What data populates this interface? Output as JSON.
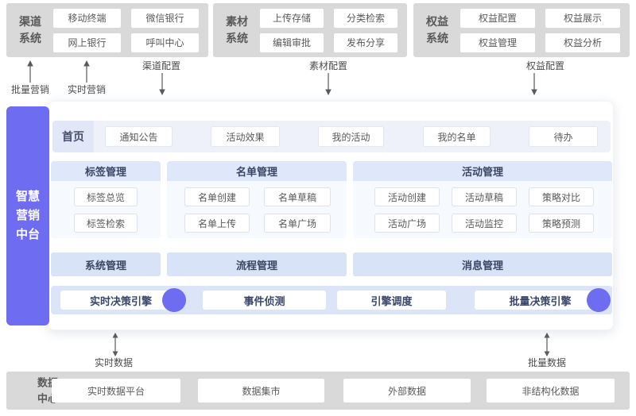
{
  "top_systems": [
    {
      "title": "渠道系统",
      "items": [
        "移动终端",
        "微信银行",
        "网上银行",
        "呼叫中心"
      ]
    },
    {
      "title": "素材系统",
      "items": [
        "上传存储",
        "分类检索",
        "编辑审批",
        "发布分享"
      ]
    },
    {
      "title": "权益系统",
      "items": [
        "权益配置",
        "权益展示",
        "权益管理",
        "权益分析"
      ]
    }
  ],
  "flows": {
    "batch_marketing": "批量营销",
    "realtime_marketing": "实时营销",
    "channel_config": "渠道配置",
    "material_config": "素材配置",
    "benefit_config": "权益配置",
    "realtime_data": "实时数据",
    "batch_data": "批量数据"
  },
  "platform": {
    "title": "智慧营销中台",
    "home_label": "首页",
    "home_items": [
      "通知公告",
      "活动效果",
      "我的活动",
      "我的名单",
      "待办"
    ],
    "sections": [
      {
        "title": "标签管理",
        "items": [
          "标签总览",
          "标签检索"
        ]
      },
      {
        "title": "名单管理",
        "items": [
          "名单创建",
          "名单草稿",
          "名单上传",
          "名单广场"
        ]
      },
      {
        "title": "活动管理",
        "items": [
          "活动创建",
          "活动草稿",
          "策略对比",
          "活动广场",
          "活动监控",
          "策略预测"
        ]
      }
    ],
    "modules": [
      "系统管理",
      "流程管理",
      "消息管理"
    ],
    "engines": [
      "实时决策引擎",
      "事件侦测",
      "引擎调度",
      "批量决策引擎"
    ]
  },
  "data_center": {
    "title": "数据中心",
    "items": [
      "实时数据平台",
      "数据集市",
      "外部数据",
      "非结构化数据"
    ]
  },
  "colors": {
    "purple": "#6e6cf0",
    "gray_panel": "#d9d9d9",
    "section_header": "#dfe7fa",
    "module_bar": "#d9e3f7",
    "engine_bar": "#dce4f8",
    "home_bar": "#eef1fa",
    "home_tab": "#e1e7f6"
  }
}
